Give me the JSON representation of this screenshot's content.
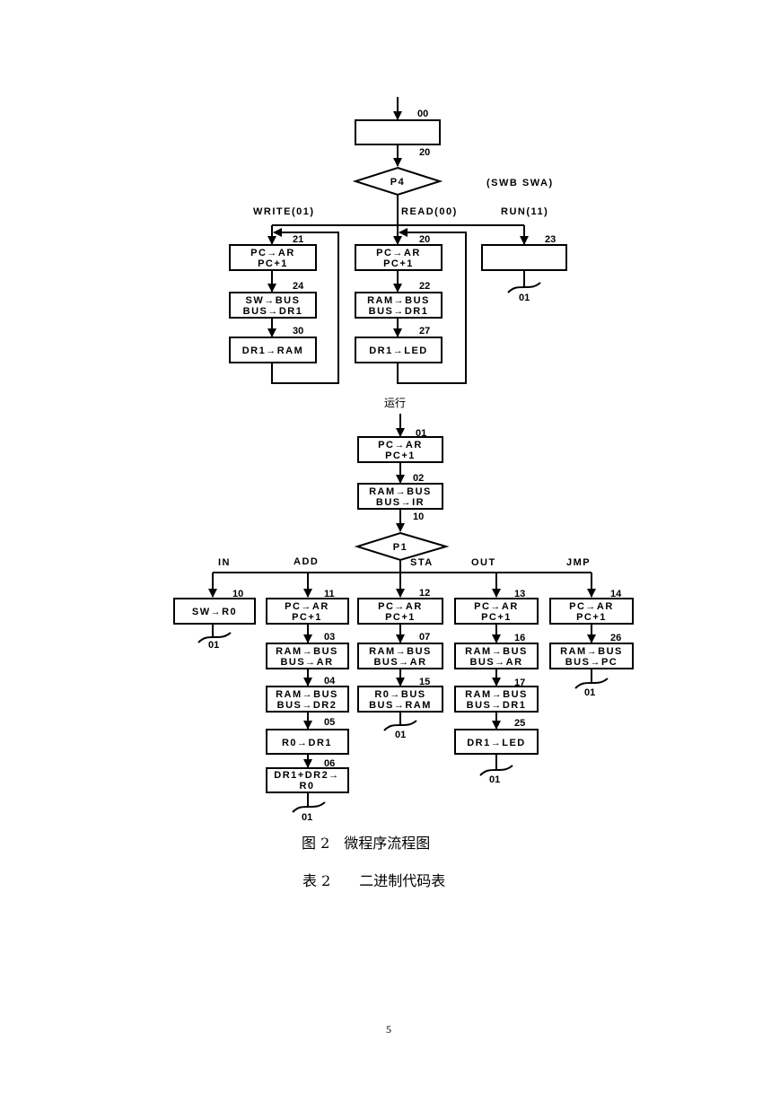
{
  "diagram": {
    "top": {
      "entry_addr": "00",
      "after_start_addr": "20",
      "decision_p4": "P4",
      "switch_note": "(SWB SWA)",
      "branch_write": "WRITE(01)",
      "branch_read": "READ(00)",
      "branch_run": "RUN(11)",
      "write": {
        "addr1": "21",
        "b1_l1": "PC→AR",
        "b1_l2": "PC+1",
        "addr2": "24",
        "b2_l1": "SW→BUS",
        "b2_l2": "BUS→DR1",
        "addr3": "30",
        "b3_l1": "DR1→RAM"
      },
      "read": {
        "addr1": "20",
        "b1_l1": "PC→AR",
        "b1_l2": "PC+1",
        "addr2": "22",
        "b2_l1": "RAM→BUS",
        "b2_l2": "BUS→DR1",
        "addr3": "27",
        "b3_l1": "DR1→LED"
      },
      "run": {
        "addr": "23",
        "exit_addr": "01"
      }
    },
    "run_label": "运行",
    "fetch": {
      "addr1": "01",
      "b1_l1": "PC→AR",
      "b1_l2": "PC+1",
      "addr2": "02",
      "b2_l1": "RAM→BUS",
      "b2_l2": "BUS→IR",
      "addr3": "10",
      "decision_p1": "P1"
    },
    "branches": {
      "in": {
        "label": "IN",
        "addr1": "10",
        "b1_l1": "SW→R0",
        "exit": "01"
      },
      "add": {
        "label": "ADD",
        "addr1": "11",
        "b1_l1": "PC→AR",
        "b1_l2": "PC+1",
        "addr2": "03",
        "b2_l1": "RAM→BUS",
        "b2_l2": "BUS→AR",
        "addr3": "04",
        "b3_l1": "RAM→BUS",
        "b3_l2": "BUS→DR2",
        "addr4": "05",
        "b4_l1": "R0→DR1",
        "addr5": "06",
        "b5_l1": "DR1+DR2→",
        "b5_l2": "R0",
        "exit": "01"
      },
      "sta": {
        "label": "STA",
        "addr1": "12",
        "b1_l1": "PC→AR",
        "b1_l2": "PC+1",
        "addr2": "07",
        "b2_l1": "RAM→BUS",
        "b2_l2": "BUS→AR",
        "addr3": "15",
        "b3_l1": "R0→BUS",
        "b3_l2": "BUS→RAM",
        "exit": "01"
      },
      "out": {
        "label": "OUT",
        "addr1": "13",
        "b1_l1": "PC→AR",
        "b1_l2": "PC+1",
        "addr2": "16",
        "b2_l1": "RAM→BUS",
        "b2_l2": "BUS→AR",
        "addr3": "17",
        "b3_l1": "RAM→BUS",
        "b3_l2": "BUS→DR1",
        "addr4": "25",
        "b4_l1": "DR1→LED",
        "exit": "01"
      },
      "jmp": {
        "label": "JMP",
        "addr1": "14",
        "b1_l1": "PC→AR",
        "b1_l2": "PC+1",
        "addr2": "26",
        "b2_l1": "RAM→BUS",
        "b2_l2": "BUS→PC",
        "exit": "01"
      }
    }
  },
  "figure_caption": "图 2　微程序流程图",
  "table_caption": "表 2　　二进制代码表",
  "page_number": "5"
}
